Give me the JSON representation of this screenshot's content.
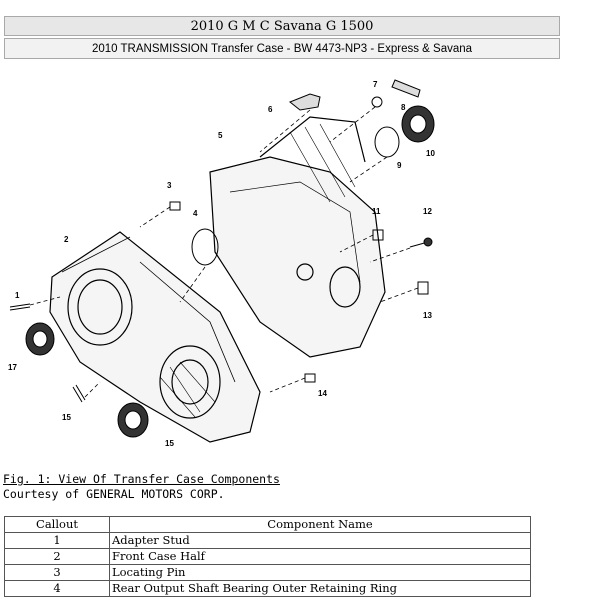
{
  "header": {
    "title": "2010 G M C Savana G 1500",
    "subtitle": "2010 TRANSMISSION Transfer Case - BW 4473-NP3 - Express & Savana"
  },
  "diagram": {
    "callouts": [
      "1",
      "2",
      "3",
      "4",
      "5",
      "6",
      "7",
      "8",
      "9",
      "10",
      "11",
      "12",
      "13",
      "14",
      "15",
      "15",
      "17"
    ]
  },
  "figure": {
    "caption": "Fig. 1: View Of Transfer Case Components",
    "courtesy": "Courtesy of GENERAL MOTORS CORP."
  },
  "table": {
    "headers": [
      "Callout",
      "Component Name"
    ],
    "rows": [
      [
        "1",
        "Adapter Stud"
      ],
      [
        "2",
        "Front Case Half"
      ],
      [
        "3",
        "Locating Pin"
      ],
      [
        "4",
        "Rear Output Shaft Bearing Outer Retaining Ring"
      ]
    ]
  }
}
